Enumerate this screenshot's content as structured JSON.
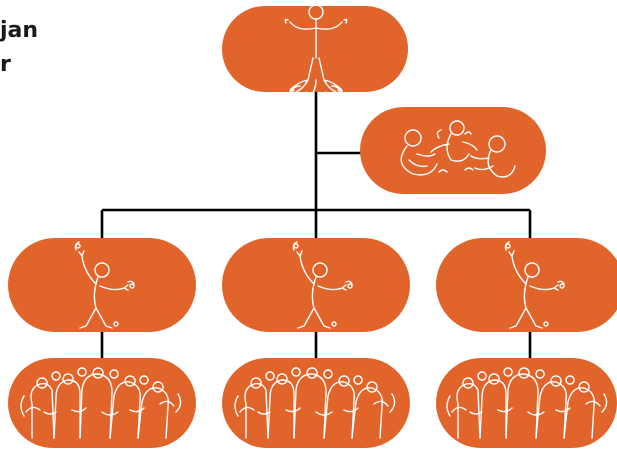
{
  "title_lines": [
    "jan",
    "r"
  ],
  "colors": {
    "node_fill": "#e1642b",
    "connector": "#000000",
    "figure_stroke": "#ffffff",
    "title_text": "#1a1a1a"
  },
  "nodes": [
    {
      "id": "root",
      "icon": "person-rooted-icon"
    },
    {
      "id": "assistant",
      "icon": "people-reaching-icon"
    },
    {
      "id": "child-1",
      "icon": "person-juggling-icon"
    },
    {
      "id": "child-2",
      "icon": "person-juggling-icon"
    },
    {
      "id": "child-3",
      "icon": "person-juggling-icon"
    },
    {
      "id": "group-1",
      "icon": "crowd-icon"
    },
    {
      "id": "group-2",
      "icon": "crowd-icon"
    },
    {
      "id": "group-3",
      "icon": "crowd-icon"
    }
  ]
}
